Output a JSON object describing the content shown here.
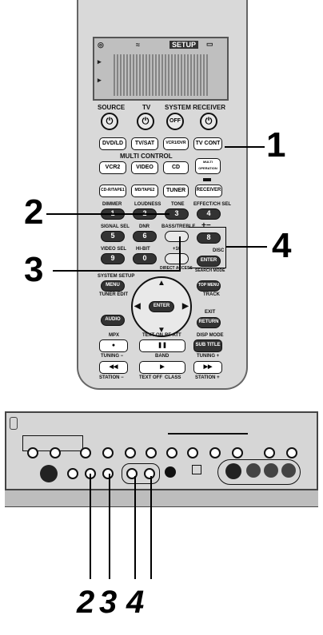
{
  "callouts": {
    "c1": "1",
    "c2": "2",
    "c3": "3",
    "c4": "4"
  },
  "bottom_labels": [
    "2",
    "3",
    "4"
  ],
  "lcd": {
    "setup": "SETUP"
  },
  "remote": {
    "top_labels": [
      "SOURCE",
      "TV",
      "SYSTEM RECEIVER"
    ],
    "off_label": "OFF",
    "multi_control": "MULTI CONTROL",
    "source_keys": [
      "DVD/LD",
      "TV/SAT",
      "VCR1/DVR",
      "TV CONT",
      "VCR2",
      "VIDEO",
      "CD",
      "MULTI OPERATION",
      "CD-R/TAPE1",
      "MD/TAPE2",
      "TUNER",
      "RECEIVER"
    ],
    "row_labels": [
      "DIMMER",
      "LOUDNESS",
      "TONE",
      "EFFECT/CH SEL",
      "SIGNAL SEL",
      "DNR",
      "BASS/TREBLE",
      "VIDEO SEL",
      "HI-BIT",
      "+10",
      "DIRECT ACCESS",
      "DISC"
    ],
    "num_keys": [
      "1",
      "2",
      "3",
      "4",
      "5",
      "6",
      "8",
      "9",
      "0"
    ],
    "enter_label": "ENTER",
    "search_mode": "SEARCH MODE",
    "system_setup": "SYSTEM SETUP",
    "menu_label": "MENU",
    "tuner_edit": "TUNER EDIT",
    "top_menu": "TOP MENU",
    "track": "TRACK",
    "audio": "AUDIO",
    "exit_label": "EXIT",
    "return_label": "RETURN",
    "mpx": "MPX",
    "text_on": "TEXT ON",
    "rf_att": "RF ATT",
    "disp_mode": "DISP MODE",
    "sub_title": "SUB TITLE",
    "tuning_minus": "TUNING −",
    "band": "BAND",
    "tuning_plus": "TUNING +",
    "station_minus": "STATION −",
    "text_off": "TEXT OFF",
    "class_label": "CLASS",
    "station_plus": "STATION +"
  }
}
